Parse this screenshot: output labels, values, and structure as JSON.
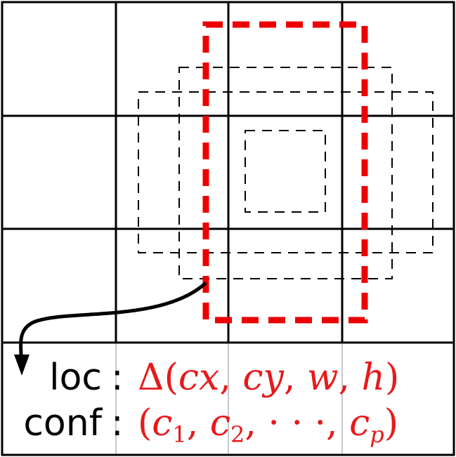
{
  "colors": {
    "grid": "#000000",
    "faint_grid": "#c8c8c8",
    "default_box": "#000000",
    "highlight_box": "#ee0000",
    "arrow": "#000000",
    "formula": "#e8191b"
  },
  "output": {
    "loc_label": "loc",
    "conf_label": "conf",
    "separator": ":",
    "loc_formula": {
      "delta": "Δ",
      "open": "(",
      "terms": [
        "cx",
        "cy",
        "w",
        "h"
      ],
      "close": ")"
    },
    "conf_formula": {
      "open": "(",
      "c": "c",
      "sub1": "1",
      "sub2": "2",
      "dots": "· · ·",
      "subp": "p",
      "close": ")"
    }
  }
}
